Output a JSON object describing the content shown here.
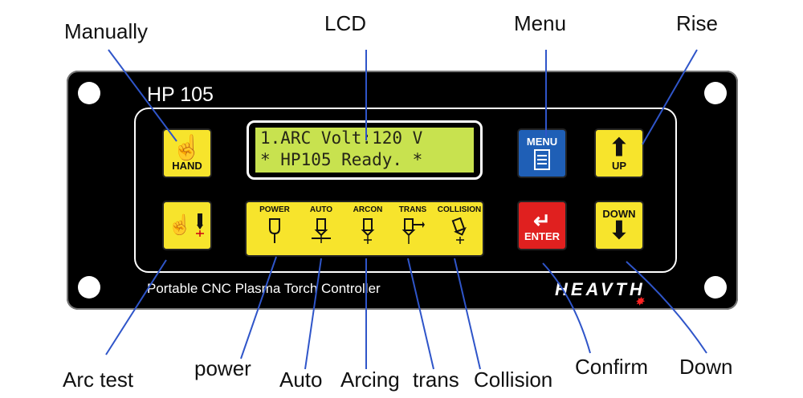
{
  "labels": {
    "manually": "Manually",
    "lcd": "LCD",
    "menu": "Menu",
    "rise": "Rise",
    "arc_test": "Arc test",
    "power": "power",
    "auto": "Auto",
    "arcing": "Arcing",
    "trans": "trans",
    "collision": "Collision",
    "confirm": "Confirm",
    "down": "Down"
  },
  "panel": {
    "model": "HP 105",
    "lcd_line1": "1.ARC Volt:120 V",
    "lcd_line2": "* HP105 Ready. *",
    "tagline": "Portable CNC Plasma Torch Controller",
    "brand": "HEAVTH"
  },
  "buttons": {
    "hand": "HAND",
    "menu": "MENU",
    "up": "UP",
    "enter": "ENTER",
    "down": "DOWN"
  },
  "indicators": [
    "POWER",
    "AUTO",
    "ARCON",
    "TRANS",
    "COLLISION"
  ],
  "icons": {
    "hand": "hand-pointer-icon",
    "arc_test": "hand-torch-icon",
    "menu": "document-icon",
    "up": "arrow-up-icon",
    "down": "arrow-down-icon",
    "enter": "return-arrow-icon"
  },
  "colors": {
    "panel": "#000000",
    "yellow_button": "#f7e42c",
    "menu_button": "#1f5fb6",
    "enter_button": "#e0201f",
    "lcd": "#c8e24f",
    "callout_line": "#2f55c9"
  }
}
